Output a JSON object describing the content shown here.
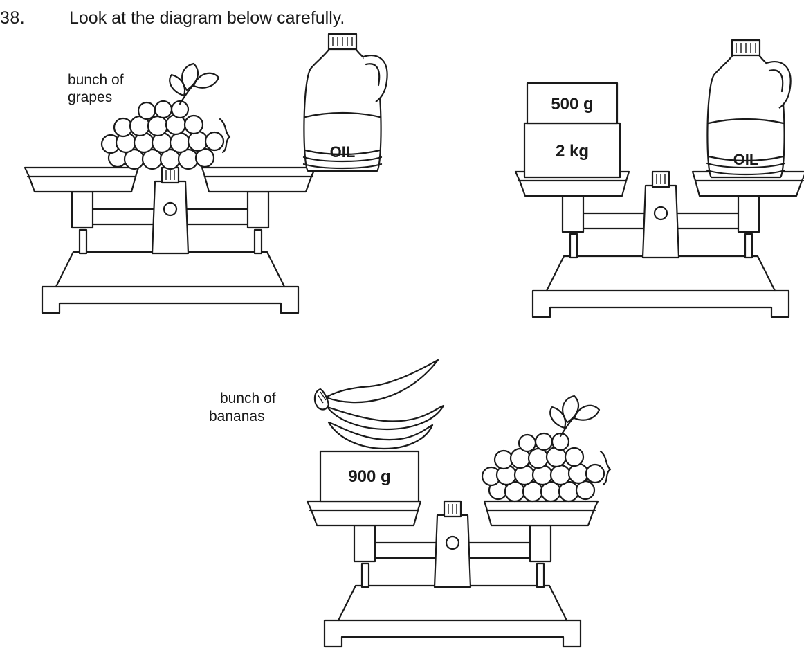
{
  "question": {
    "number": "38.",
    "text": "Look at the diagram below carefully."
  },
  "scale_top_left": {
    "label_line1": "bunch of",
    "label_line2": "grapes",
    "right_item": "OIL"
  },
  "scale_top_right": {
    "weight_top": "500 g",
    "weight_bottom": "2 kg",
    "right_item": "OIL"
  },
  "scale_bottom": {
    "label_line1": "bunch of",
    "label_line2": "bananas",
    "weight": "900 g"
  },
  "icons": [
    "balance-scale-icon",
    "grapes-icon",
    "oil-bottle-icon",
    "bananas-icon",
    "weight-block-icon"
  ]
}
